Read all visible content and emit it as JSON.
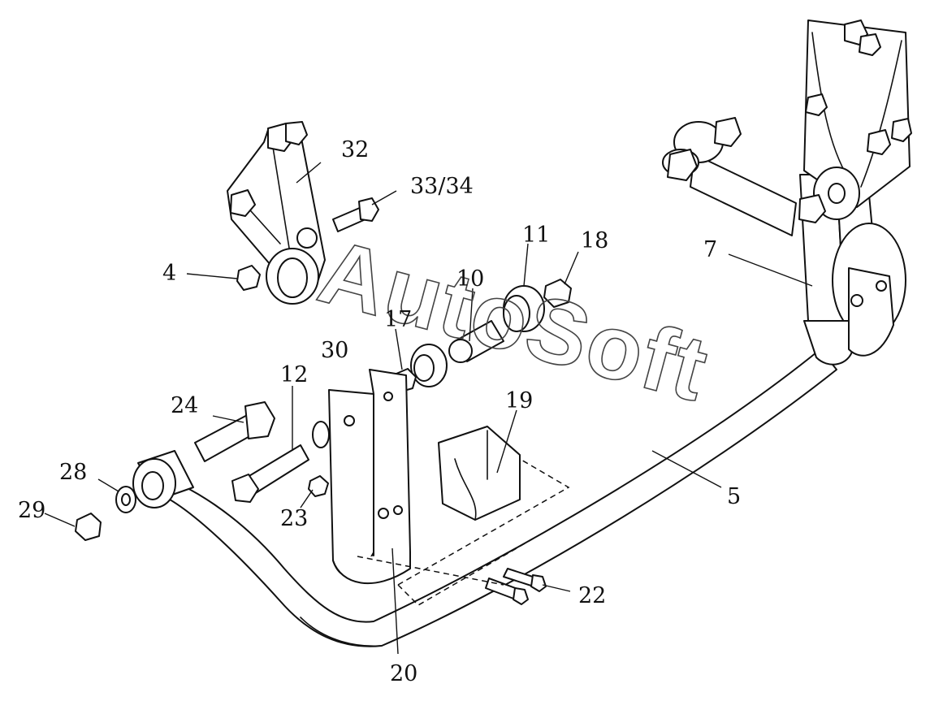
{
  "callouts": {
    "c32": "32",
    "c33_34": "33/34",
    "c4": "4",
    "c11": "11",
    "c18": "18",
    "c10": "10",
    "c17": "17",
    "c30": "30",
    "c12": "12",
    "c24": "24",
    "c19": "19",
    "c28": "28",
    "c29": "29",
    "c23": "23",
    "c20": "20",
    "c22": "22",
    "c5": "5",
    "c7": "7"
  },
  "watermark": "AutoSoft"
}
